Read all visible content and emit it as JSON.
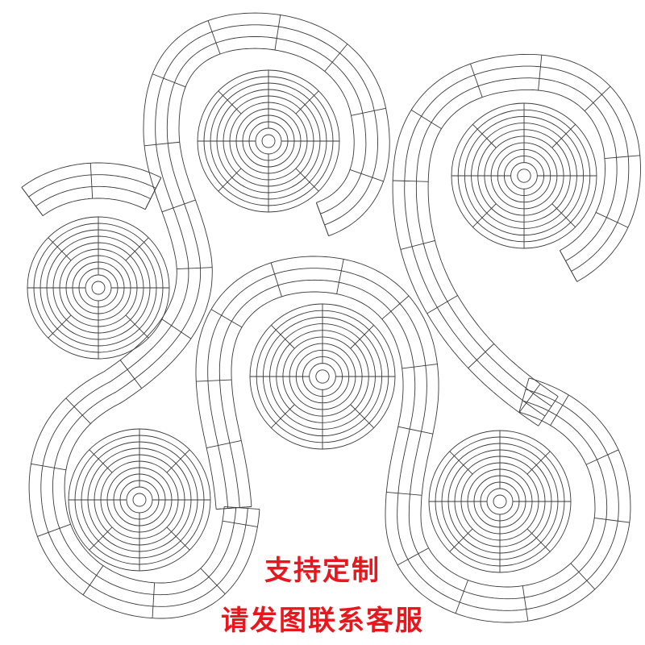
{
  "captions": {
    "line1": "支持定制",
    "line2": "请发图联系客服",
    "color": "#e8161d"
  },
  "diagram": {
    "line_color": "#3a3a3a",
    "background": "#ffffff",
    "target_rings": 11,
    "band_rails": 4,
    "target_spokes": 8
  }
}
